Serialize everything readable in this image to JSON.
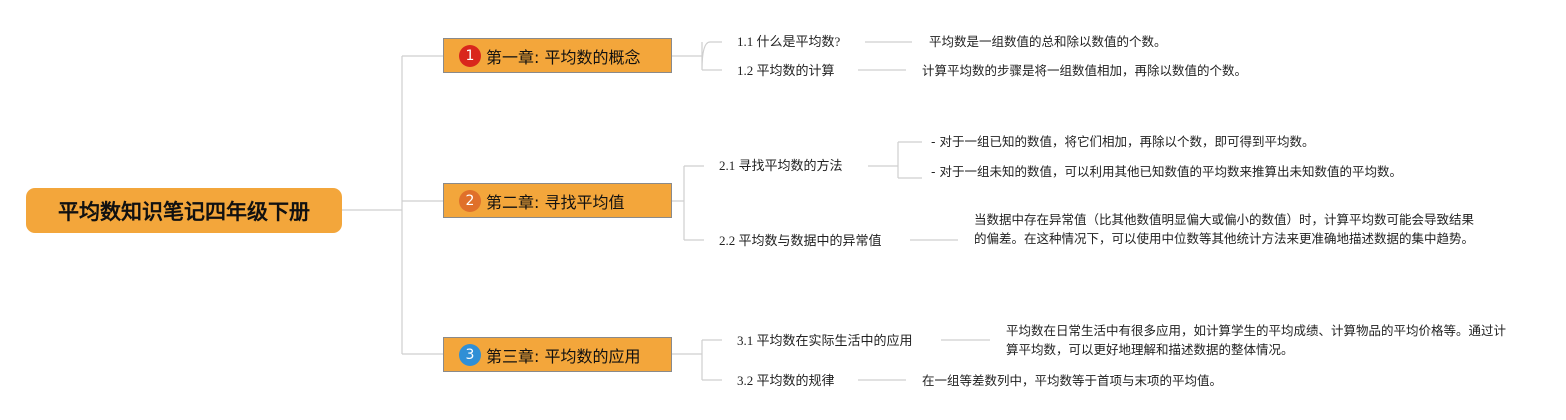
{
  "title": "平均数知识笔记四年级下册",
  "colors": {
    "node_fill": "#f3a63b",
    "line": "#cfcfcf",
    "badge_1": "#d9261c",
    "badge_2": "#e0702a",
    "badge_3": "#2f8fd6"
  },
  "chapters": [
    {
      "badge": "1",
      "label": "第一章: 平均数的概念",
      "topics": [
        {
          "label": "1.1 什么是平均数?",
          "notes": [
            "平均数是一组数值的总和除以数值的个数。"
          ]
        },
        {
          "label": "1.2 平均数的计算",
          "notes": [
            "计算平均数的步骤是将一组数值相加，再除以数值的个数。"
          ]
        }
      ]
    },
    {
      "badge": "2",
      "label": "第二章: 寻找平均值",
      "topics": [
        {
          "label": "2.1 寻找平均数的方法",
          "notes": [
            "- 对于一组已知的数值，将它们相加，再除以个数，即可得到平均数。",
            "- 对于一组未知的数值，可以利用其他已知数值的平均数来推算出未知数值的平均数。"
          ]
        },
        {
          "label": "2.2 平均数与数据中的异常值",
          "notes": [
            "当数据中存在异常值（比其他数值明显偏大或偏小的数值）时，计算平均数可能会导致结果的偏差。在这种情况下，可以使用中位数等其他统计方法来更准确地描述数据的集中趋势。"
          ]
        }
      ]
    },
    {
      "badge": "3",
      "label": "第三章: 平均数的应用",
      "topics": [
        {
          "label": "3.1 平均数在实际生活中的应用",
          "notes": [
            "平均数在日常生活中有很多应用，如计算学生的平均成绩、计算物品的平均价格等。通过计算平均数，可以更好地理解和描述数据的整体情况。"
          ]
        },
        {
          "label": "3.2 平均数的规律",
          "notes": [
            "在一组等差数列中，平均数等于首项与末项的平均值。"
          ]
        }
      ]
    }
  ]
}
